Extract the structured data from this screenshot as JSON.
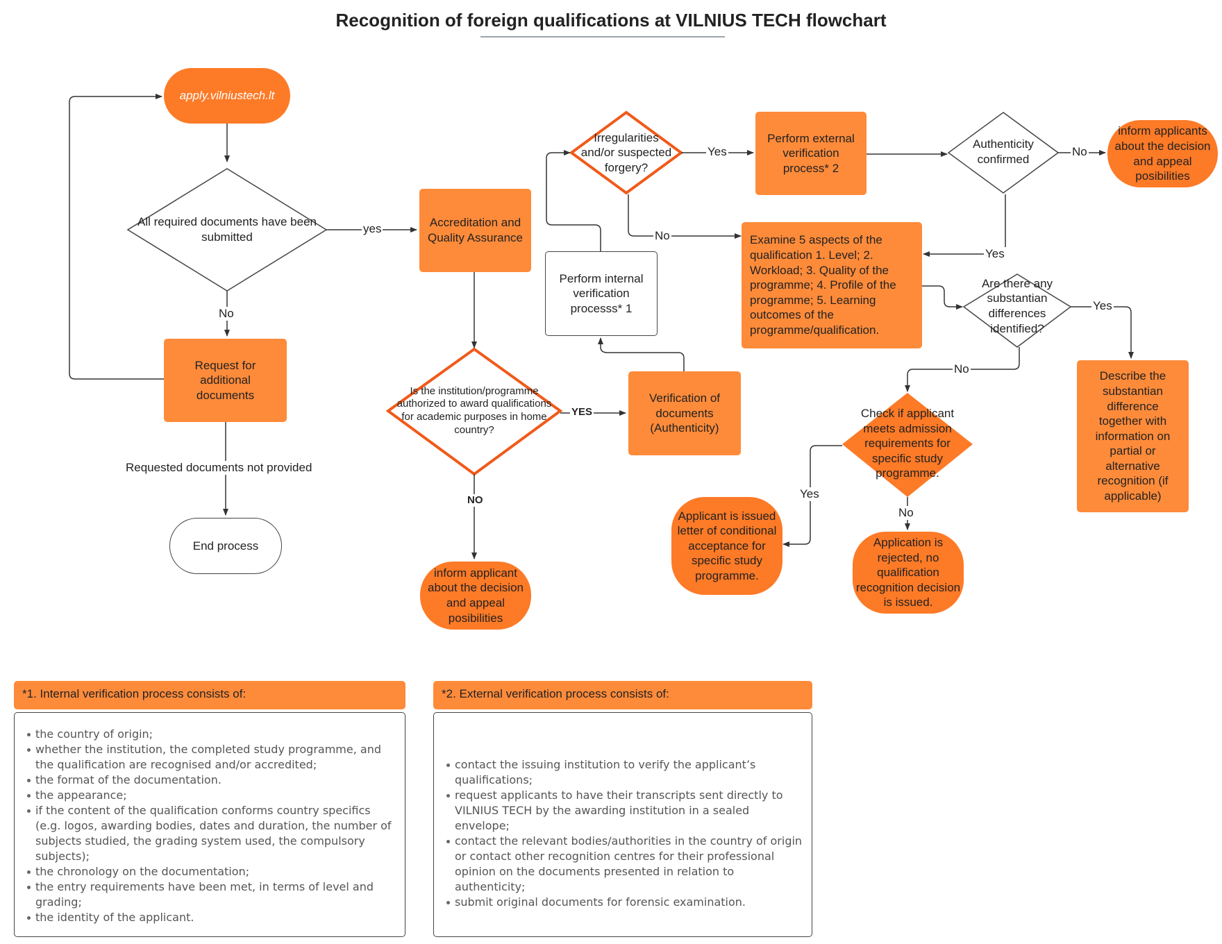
{
  "title": "Recognition of foreign qualifications at VILNIUS TECH flowchart",
  "colors": {
    "orange": "#fe8b3a",
    "orange_dark": "#fd7a27",
    "diamond_border": "#f05a1a",
    "line": "#333333"
  },
  "nodes": {
    "apply": "apply.vilniustech.lt",
    "all_docs": "All required documents have been submitted",
    "request_docs": "Request for additional documents",
    "end_process": "End process",
    "accreditation": "Accreditation and Quality Assurance",
    "authorized": "Is the institution/programme authorized to award qualifications for academic purposes in home country?",
    "inform_1": "inform applicant about the decision and appeal posibilities",
    "verification": "Verification of documents (Authenticity)",
    "internal": "Perform internal verification processs* 1",
    "irregularities": "Irregularities and/or suspected forgery?",
    "external": "Perform external verification process* 2",
    "authenticity": "Authenticity confirmed",
    "inform_2": "inform applicants about the decision and appeal posibilities",
    "examine": "Examine 5 aspects of the qualification 1. Level; 2. Workload; 3. Quality of the programme; 4. Profile of the programme; 5. Learning outcomes of the programme/qualification.",
    "substantial": "Are there any substantian differences identified?",
    "describe": "Describe the substantian difference together with information on partial or alternative recognition (if applicable)",
    "check": "Check if applicant meets admission requirements for specific study programme.",
    "conditional": "Applicant is issued letter of conditional acceptance for specific study programme.",
    "rejected": "Application is rejected, no qualification recognition decision is issued."
  },
  "labels": {
    "yes_docs": "yes",
    "no_docs": "No",
    "not_provided": "Requested documents not provided",
    "yes_auth": "YES",
    "no_auth": "NO",
    "yes_irr": "Yes",
    "no_irr": "No",
    "no_authc": "No",
    "yes_authc": "Yes",
    "yes_sub": "Yes",
    "no_sub": "No",
    "yes_check": "Yes",
    "no_check": "No"
  },
  "notes": {
    "internal_title": "*1. Internal verification process consists of:",
    "internal_items": [
      "the country of origin;",
      "whether the institution, the completed study programme, and the qualification are recognised and/or accredited;",
      "the format of the documentation.",
      "the appearance;",
      "if the content of the qualification conforms country specifics (e.g. logos, awarding bodies, dates and duration, the number of subjects studied, the grading system used, the compulsory subjects);",
      "the chronology on the documentation;",
      "the entry requirements have been met, in terms of level and grading;",
      "the identity of the applicant."
    ],
    "external_title": "*2. External verification process consists of:",
    "external_items": [
      "contact the issuing institution to verify the applicant’s qualifications;",
      "request applicants to have their transcripts sent directly to VILNIUS TECH by the awarding institution in a sealed envelope;",
      "contact the relevant bodies/authorities in the country of origin or contact other recognition centres for their professional opinion on the documents presented in relation to authenticity;",
      "submit original documents for forensic examination."
    ]
  }
}
